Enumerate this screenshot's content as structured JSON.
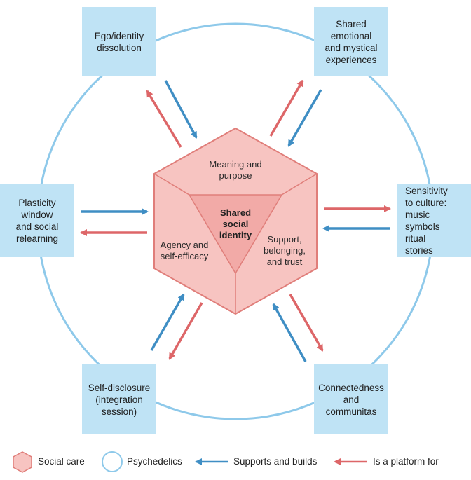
{
  "colors": {
    "box_fill": "#bfe3f5",
    "circle_stroke": "#8ec9ea",
    "hexagon_fill": "#f7c4c1",
    "hexagon_stroke": "#e07e7a",
    "blue_arrow": "#3f8ec4",
    "red_arrow": "#dd6668"
  },
  "boxes": {
    "ego": "Ego/identity\ndissolution",
    "shared_emotional": "Shared\nemotional\nand mystical\nexperiences",
    "plasticity": "Plasticity\nwindow\nand social\nrelearning",
    "sensitivity": "Sensitivity\nto culture:\nmusic\nsymbols\nritual\nstories",
    "self_disclosure": "Self-disclosure\n(integration\nsession)",
    "connectedness": "Connectedness\nand\ncommunitas"
  },
  "hexagon": {
    "top_face": "Meaning and\npurpose",
    "left_face": "Agency and\nself-efficacy",
    "right_face": "Support,\nbelonging,\nand trust",
    "core": "Shared\nsocial\nidentity"
  },
  "legend": {
    "social_care": "Social care",
    "psychedelics": "Psychedelics",
    "supports": "Supports and builds",
    "platform": "Is a platform for"
  }
}
